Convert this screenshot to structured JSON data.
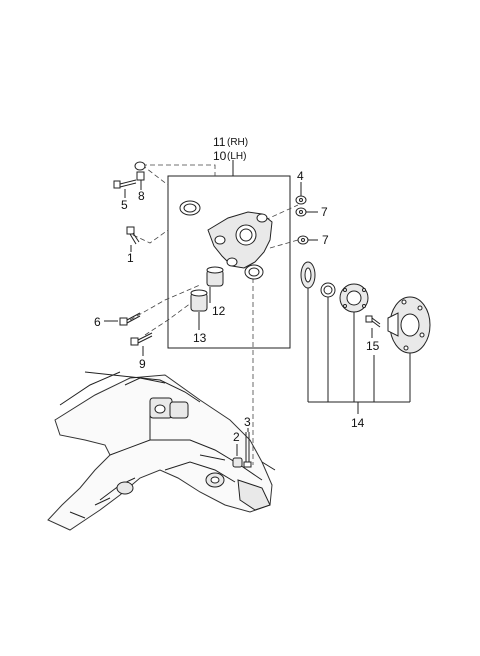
{
  "callouts": {
    "p11": "11",
    "p11_side": "(RH)",
    "p10": "10",
    "p10_side": "(LH)",
    "p1": "1",
    "p2": "2",
    "p3": "3",
    "p4": "4",
    "p5": "5",
    "p6": "6",
    "p7a": "7",
    "p7b": "7",
    "p8": "8",
    "p9": "9",
    "p12": "12",
    "p13": "13",
    "p14": "14",
    "p15": "15"
  }
}
